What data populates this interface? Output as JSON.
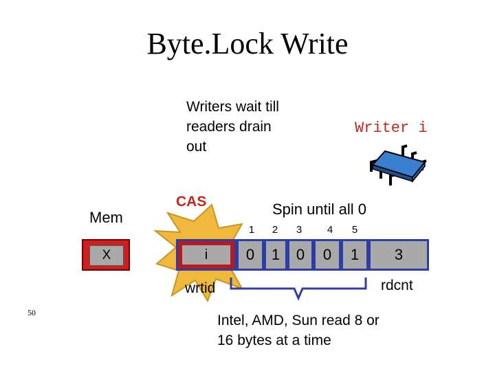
{
  "title": "Byte.Lock Write",
  "note": {
    "lines": [
      "Writers wait till",
      "readers drain",
      "out"
    ]
  },
  "writer": {
    "label": "Writer i",
    "icon": "chip-icon"
  },
  "memory": {
    "label": "Mem",
    "value": "X"
  },
  "cas": {
    "label": "CAS",
    "icon": "starburst-icon",
    "fill_color": "#f0b83c",
    "stroke_color": "#c99520"
  },
  "spin": {
    "label": "Spin until all 0"
  },
  "lock": {
    "writer_value": "i",
    "byte_indices": [
      "1",
      "2",
      "3",
      "4",
      "5"
    ],
    "byte_values": [
      "0",
      "1",
      "0",
      "0",
      "1"
    ],
    "count_value": "3",
    "border_color": "#2f3da6",
    "writer_fill": "#b71c1c",
    "cell_fill": "#a9a9a9"
  },
  "labels": {
    "wrtid": "wrtid",
    "rdcnt": "rdcnt"
  },
  "slide_number": "50",
  "bottom_note": {
    "lines": [
      "Intel, AMD, Sun read 8 or",
      "16 bytes at a time"
    ]
  }
}
